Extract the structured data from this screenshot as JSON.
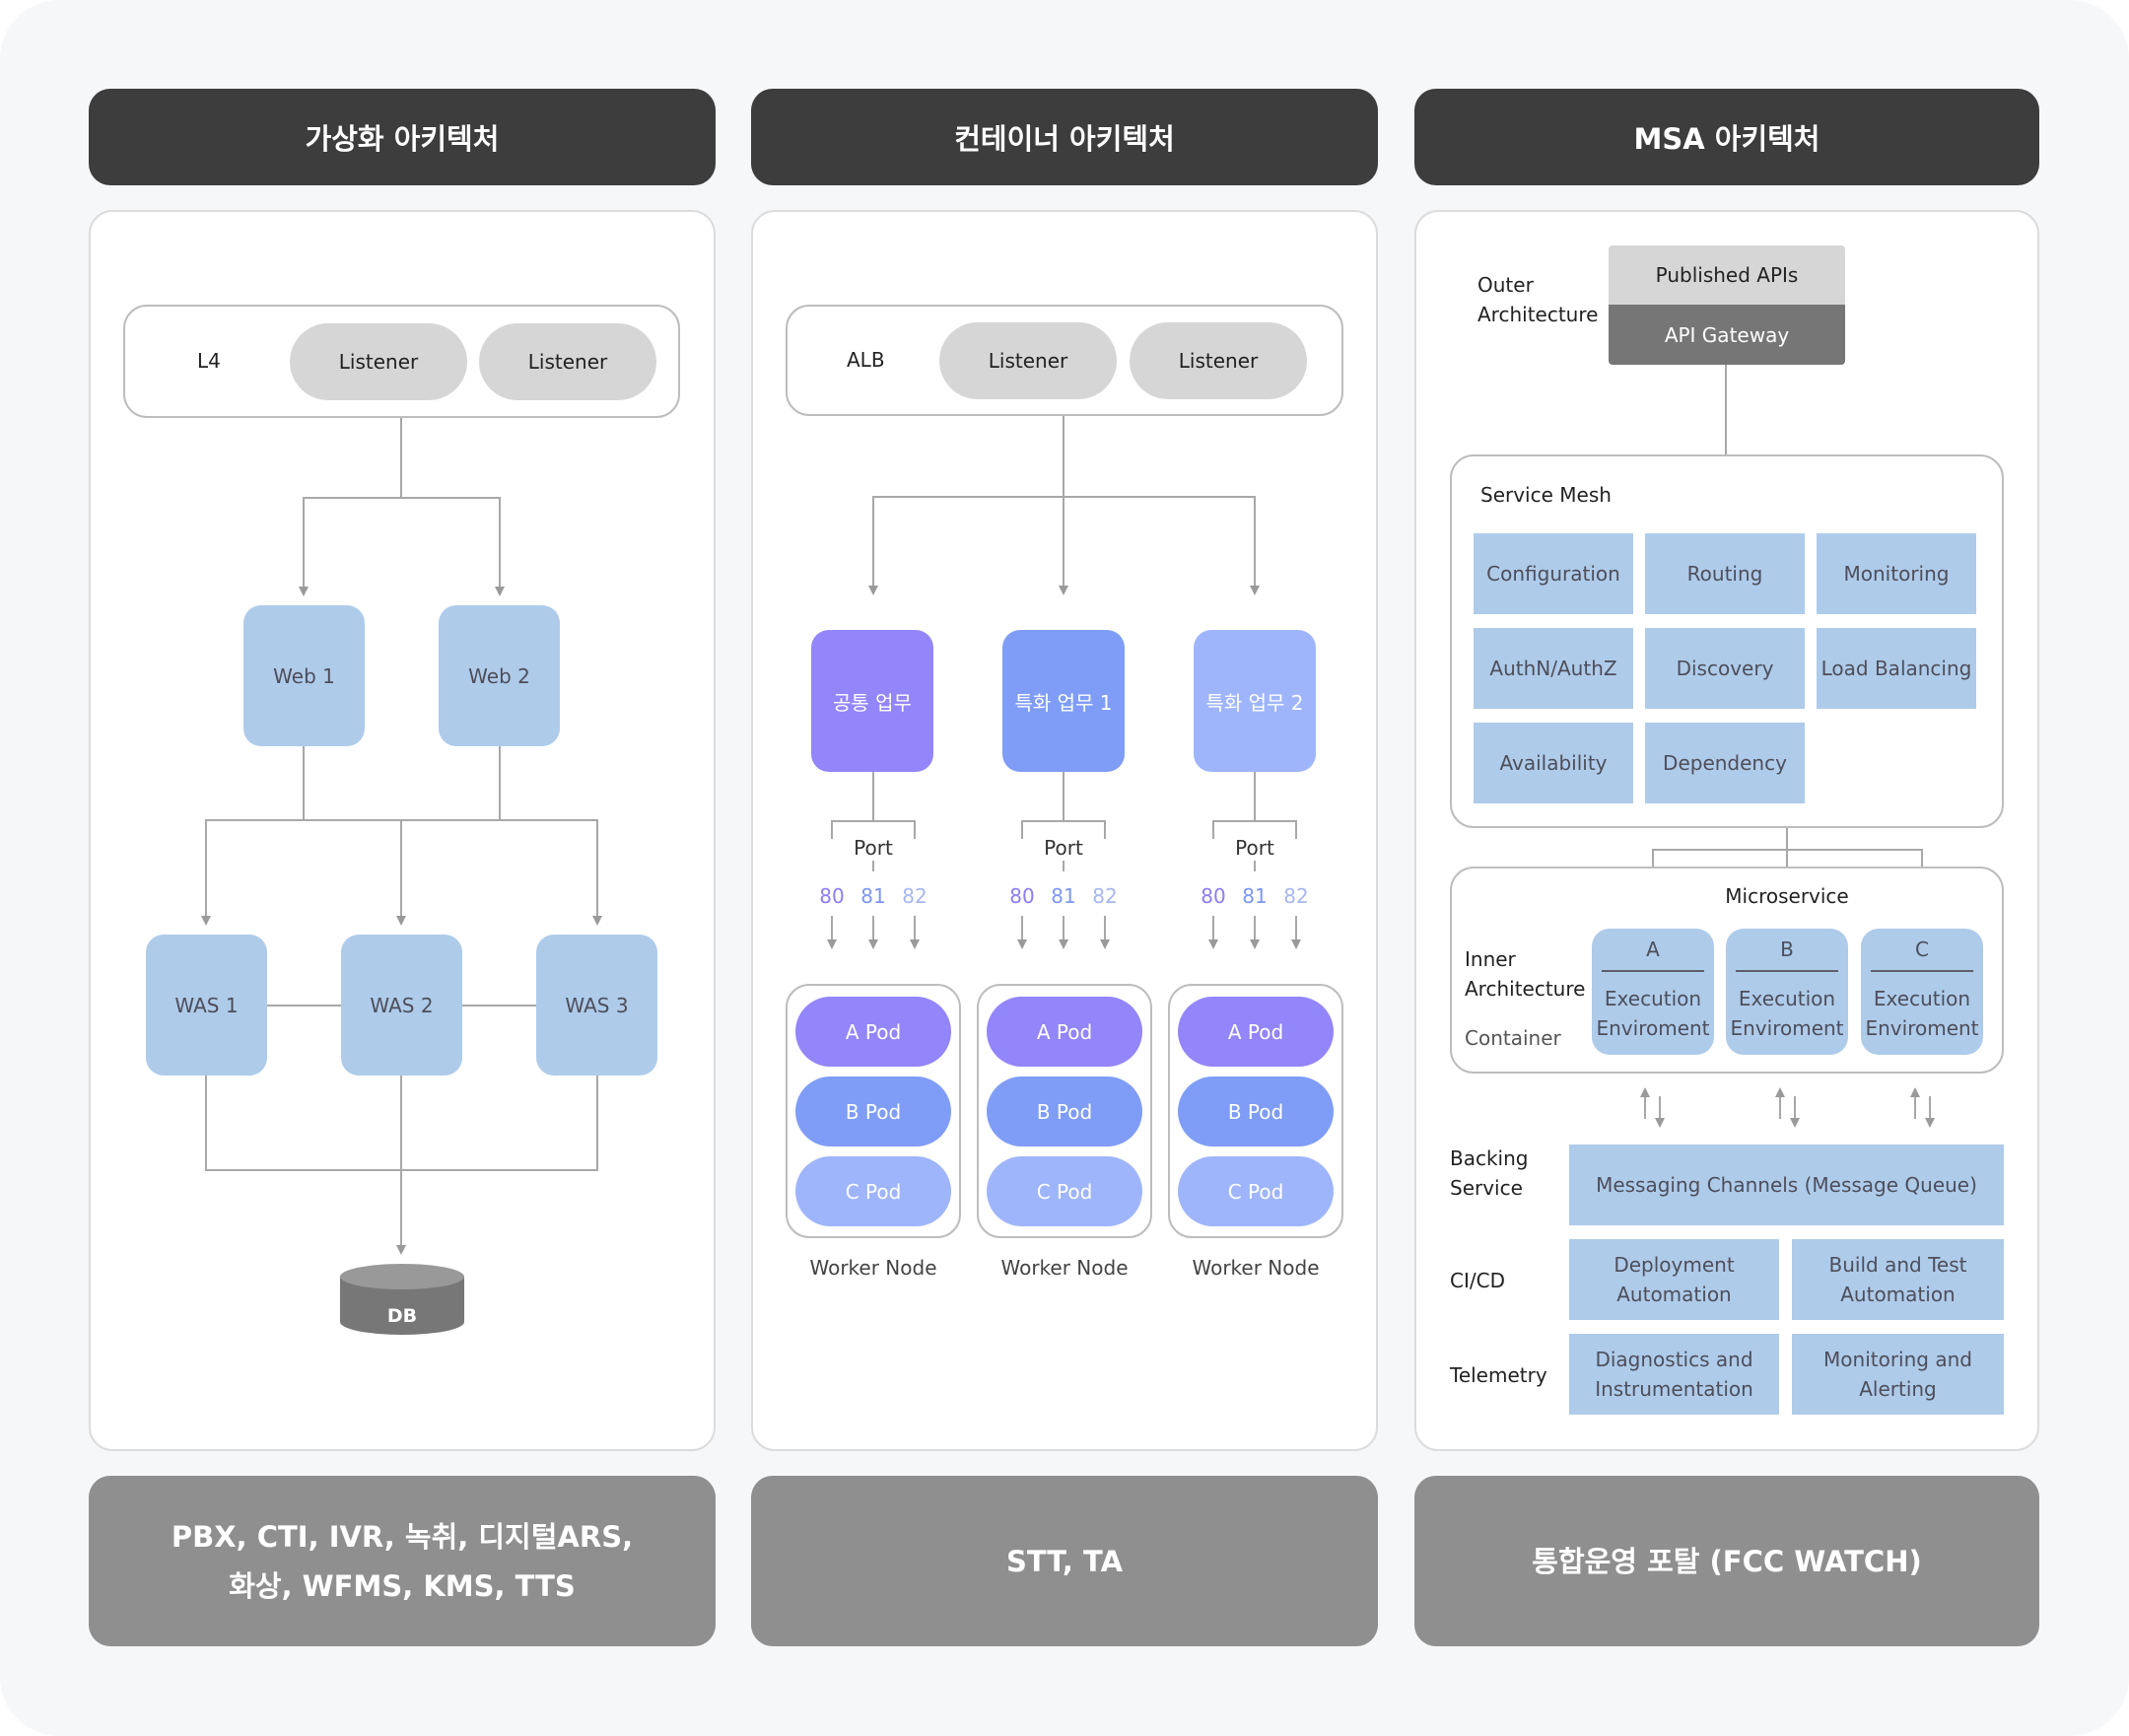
{
  "colors": {
    "header": "#3d3d3d",
    "footer": "#8f8f8f",
    "light_blue": "#aecbea",
    "pod_a": "#9385fa",
    "pod_b": "#7f9df6",
    "pod_c": "#9fb5fb",
    "listener": "#d6d6d6",
    "db": "#777777"
  },
  "columns": {
    "virtualization": {
      "header": "가상화 아키텍처",
      "footer_line1": "PBX, CTI, IVR, 녹취, 디지털ARS,",
      "footer_line2": "화상, WFMS, KMS, TTS"
    },
    "container": {
      "header": "컨테이너 아키텍처",
      "footer": "STT, TA"
    },
    "msa": {
      "header": "MSA 아키텍처",
      "footer": "통합운영 포탈 (FCC WATCH)"
    }
  },
  "virt": {
    "lb_label": "L4",
    "listeners": [
      "Listener",
      "Listener"
    ],
    "webs": [
      "Web 1",
      "Web 2"
    ],
    "was": [
      "WAS 1",
      "WAS 2",
      "WAS 3"
    ],
    "db": "DB"
  },
  "cont": {
    "lb_label": "ALB",
    "listeners": [
      "Listener",
      "Listener"
    ],
    "services": [
      "공통 업무",
      "특화 업무 1",
      "특화 업무 2"
    ],
    "port_label": "Port",
    "ports": [
      "80",
      "81",
      "82"
    ],
    "pods": [
      "A Pod",
      "B Pod",
      "C Pod"
    ],
    "worker_label": "Worker Node"
  },
  "msa": {
    "outer_label_1": "Outer",
    "outer_label_2": "Architecture",
    "published_apis": "Published APIs",
    "api_gateway": "API Gateway",
    "service_mesh_title": "Service Mesh",
    "mesh_items": [
      "Configuration",
      "Routing",
      "Monitoring",
      "AuthN/AuthZ",
      "Discovery",
      "Load Balancing",
      "Availability",
      "Dependency"
    ],
    "microservice_title": "Microservice",
    "inner_label_1": "Inner",
    "inner_label_2": "Architecture",
    "container_label": "Container",
    "services": [
      {
        "name": "A",
        "line1": "Execution",
        "line2": "Enviroment"
      },
      {
        "name": "B",
        "line1": "Execution",
        "line2": "Enviroment"
      },
      {
        "name": "C",
        "line1": "Execution",
        "line2": "Enviroment"
      }
    ],
    "backing_label_1": "Backing",
    "backing_label_2": "Service",
    "messaging": "Messaging Channels (Message Queue)",
    "cicd_label": "CI/CD",
    "deploy_1": "Deployment",
    "deploy_2": "Automation",
    "build_1": "Build and Test",
    "build_2": "Automation",
    "telemetry_label": "Telemetry",
    "diag_1": "Diagnostics and",
    "diag_2": "Instrumentation",
    "mon_1": "Monitoring and",
    "mon_2": "Alerting"
  }
}
